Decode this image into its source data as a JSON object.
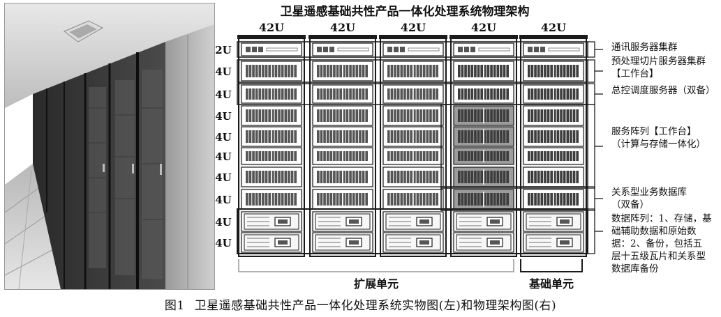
{
  "figure": {
    "number": "图1",
    "caption": "卫星遥感基础共性产品一体化处理系统实物图(左)和物理架构图(右)"
  },
  "photo": {
    "subject": "server-room-photo"
  },
  "diagram": {
    "title": "卫星遥感基础共性产品一体化处理系统物理架构",
    "racks": [
      "42U",
      "42U",
      "42U",
      "42U",
      "42U"
    ],
    "slot_labels": [
      "2U",
      "4U",
      "4U",
      "4U",
      "4U",
      "4U",
      "4U",
      "4U",
      "4U",
      "4U"
    ],
    "annotations": [
      {
        "lines": [
          "通讯服务器集群"
        ]
      },
      {
        "lines": [
          "预处理切片服务器集群",
          "【工作台】"
        ]
      },
      {
        "lines": [
          "总控调度服务器（双备）"
        ]
      },
      {
        "lines": [
          "服务阵列【工作台】",
          "（计算与存储一体化）"
        ]
      },
      {
        "lines": [
          "关系型业务数据库",
          "（双备）"
        ]
      },
      {
        "lines": [
          "数据阵列：1、存储，基",
          "础辅助数据和原始数",
          "据：2、备份，包括五",
          "层十五级瓦片和关系型",
          "数据库备份"
        ]
      }
    ],
    "units": [
      {
        "label": "扩展单元"
      },
      {
        "label": "基础单元"
      }
    ],
    "colors": {
      "frame": "#1a1a1a",
      "rack_fill": "#f2f2f2",
      "server_dark": "#555555",
      "server_mid": "#8a8a8a",
      "highlight": "#d9d9d9"
    }
  }
}
